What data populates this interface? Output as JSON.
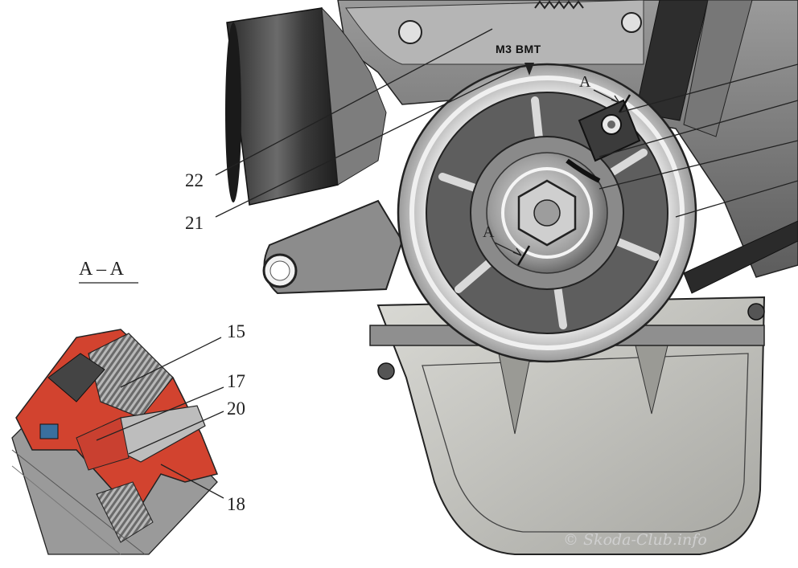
{
  "section": {
    "title": "A – A"
  },
  "stamp": {
    "text": "M3 BMT"
  },
  "markers": {
    "top": "A",
    "bottom": "A"
  },
  "callouts": {
    "n22": "22",
    "n21": "21",
    "n15": "15",
    "n17": "17",
    "n20": "20",
    "n18": "18"
  },
  "watermark": {
    "text": "© Skoda-Club.info"
  },
  "colors": {
    "metal_dark": "#3a3a3a",
    "metal_mid": "#8a8a8a",
    "metal_light": "#d8d8d8",
    "pan_fill": "#c9c9c4",
    "section_red": "#d2432f"
  }
}
